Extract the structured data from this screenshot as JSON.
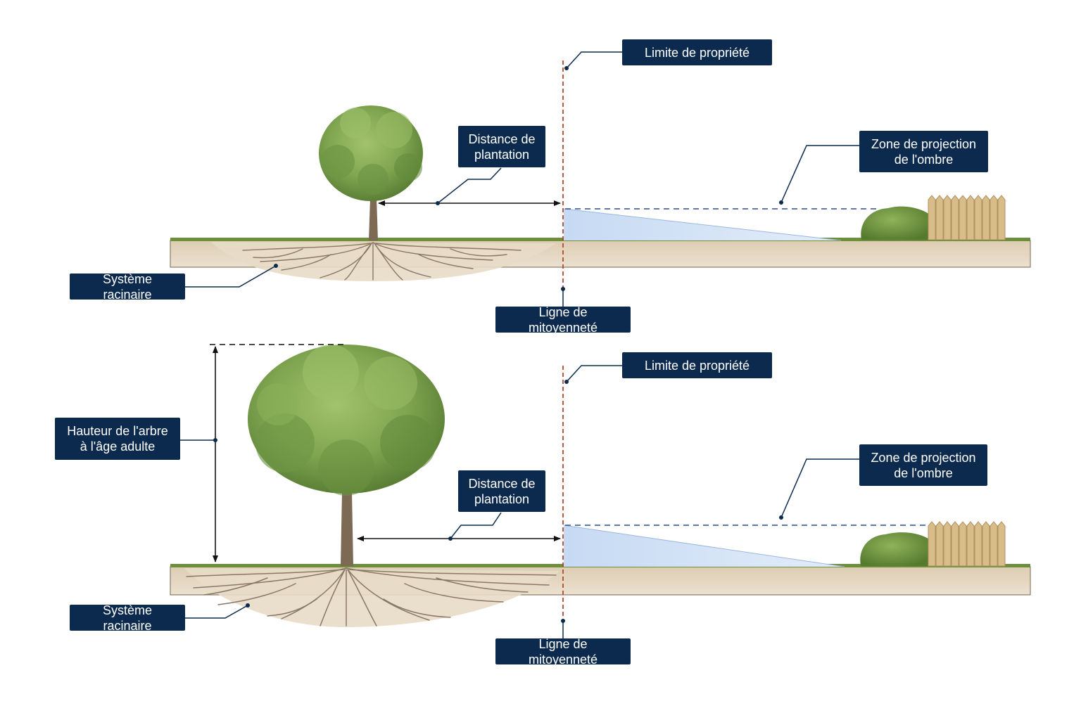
{
  "labels": {
    "top": {
      "property_limit": "Limite de propriété",
      "planting_distance": "Distance de\nplantation",
      "shadow_zone": "Zone de projection\nde l'ombre",
      "root_system": "Système racinaire",
      "party_line": "Ligne de mitoyenneté"
    },
    "bottom": {
      "property_limit": "Limite de propriété",
      "planting_distance": "Distance de\nplantation",
      "shadow_zone": "Zone de projection\nde l'ombre",
      "root_system": "Système racinaire",
      "party_line": "Ligne de mitoyenneté",
      "tree_height": "Hauteur de l'arbre\nà l'âge adulte"
    }
  },
  "colors": {
    "label_bg": "#0c2a4d",
    "leader_line": "#0c2a4d",
    "boundary_line": "#b5472e",
    "shadow_line": "#2c4f8f",
    "shadow_fill": "#cfe0f5",
    "soil": "#e6d9c3",
    "grass": "#6b8f3a",
    "foliage": "#7fa550",
    "trunk": "#7d6a55",
    "roots": "#8a7866",
    "hedge": "#6f9440",
    "fence": "#d8bd8a"
  }
}
